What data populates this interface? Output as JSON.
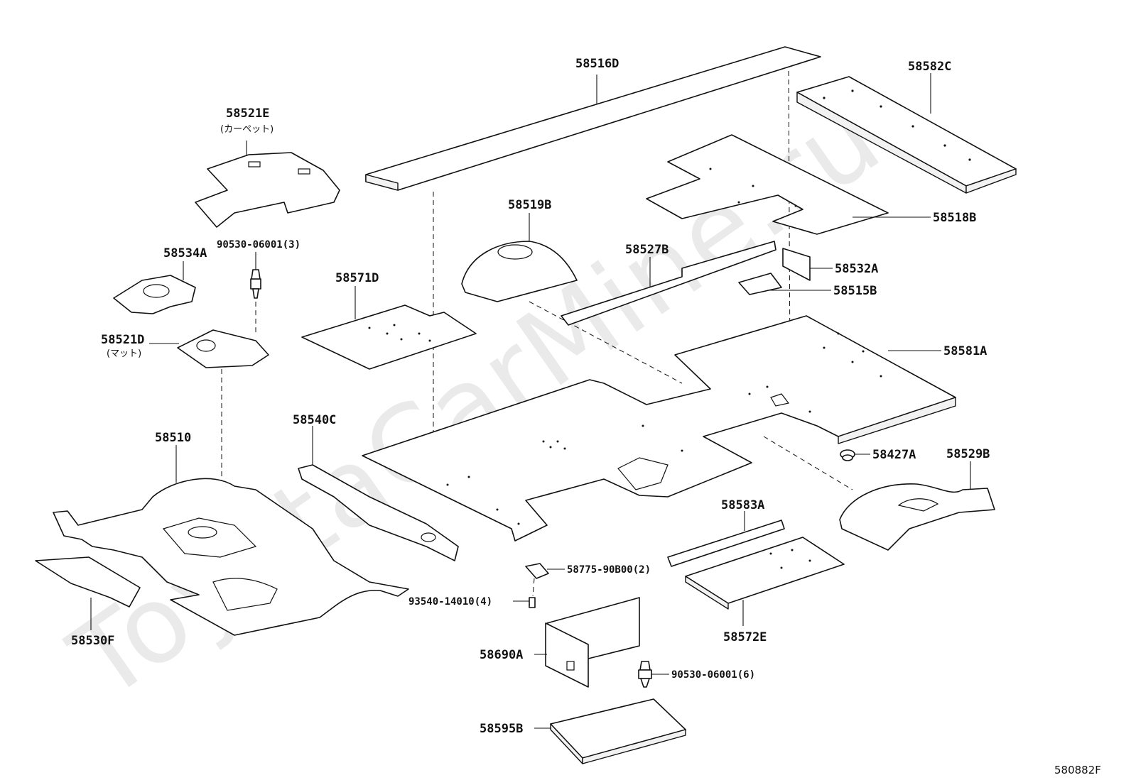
{
  "watermark": "ToyotaCarMine.ru",
  "diagram_ref": "580882F",
  "parts": {
    "p58516D": "58516D",
    "p58582C": "58582C",
    "p58521E": "58521E",
    "p58521E_note": "(カーペット)",
    "p58519B": "58519B",
    "p58518B": "58518B",
    "p58534A": "58534A",
    "p90530_3": "90530-06001(3)",
    "p58527B": "58527B",
    "p58532A": "58532A",
    "p58515B": "58515B",
    "p58571D": "58571D",
    "p58521D": "58521D",
    "p58521D_note": "(マット)",
    "p58581A": "58581A",
    "p58540C": "58540C",
    "p58510": "58510",
    "p58427A": "58427A",
    "p58529B": "58529B",
    "p58583A": "58583A",
    "p58775": "58775-90B00(2)",
    "p93540": "93540-14010(4)",
    "p58572E": "58572E",
    "p58530F": "58530F",
    "p58690A": "58690A",
    "p90530_6": "90530-06001(6)",
    "p58595B": "58595B"
  }
}
